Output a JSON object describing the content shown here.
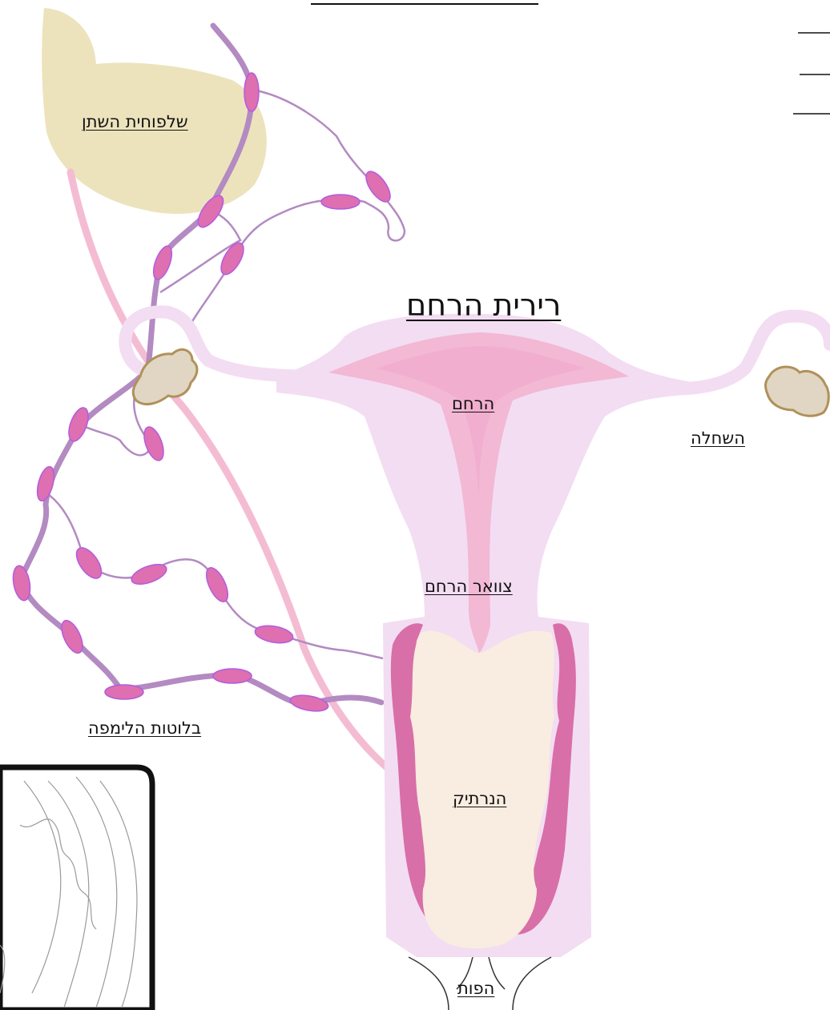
{
  "labels": {
    "bladder": "שלפוחית השתן",
    "endometrium": "רירית הרחם",
    "uterus": "הרחם",
    "ovary": "השחלה",
    "cervix": "צוואר הרחם",
    "lymph_nodes": "בלוטות הלימפה",
    "vagina": "הנרתיק",
    "vulva": "הפות"
  },
  "colors": {
    "bladder": "#ece3bd",
    "ureter": "#f4bcd3",
    "uterus_outer": "#f3ddf2",
    "uterus_inner": "#f2b8d4",
    "uterus_center": "#f09bc3",
    "vagina_fill": "#f9ece0",
    "vagina_wall": "#d86fa8",
    "lymph_vessel": "#b38ac1",
    "lymph_node": "#de6fb1",
    "lymph_node_edge": "#b25ce0",
    "ovary": "#e0d6c3",
    "ovary_edge": "#b0915a",
    "inset_border": "#111111"
  }
}
